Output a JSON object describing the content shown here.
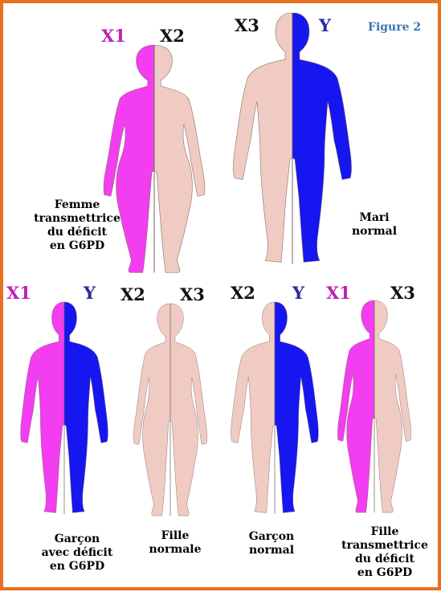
{
  "colors": {
    "frame": "#e8701e",
    "skin": "#efcbc3",
    "x1": "#f23df0",
    "y": "#1616f0",
    "label_magenta": "#c21fb2",
    "label_blue": "#2a2a9e",
    "label_black": "#111111",
    "figure_label": "#3a74b4"
  },
  "figure_label": "Figure 2",
  "figures": [
    {
      "id": "mother",
      "left_chrom": "X1",
      "right_chrom": "X2",
      "left_fill": "x1",
      "right_fill": "skin",
      "caption": [
        "Femme",
        "transmettrice",
        "du déficit",
        "en G6PD"
      ]
    },
    {
      "id": "father",
      "left_chrom": "X3",
      "right_chrom": "Y",
      "left_fill": "skin",
      "right_fill": "y",
      "caption": [
        "Mari",
        "normal"
      ]
    },
    {
      "id": "son-affected",
      "left_chrom": "X1",
      "right_chrom": "Y",
      "left_fill": "x1",
      "right_fill": "y",
      "caption": [
        "Garçon",
        "avec déficit",
        "en G6PD"
      ]
    },
    {
      "id": "daughter-normal",
      "left_chrom": "X2",
      "right_chrom": "X3",
      "left_fill": "skin",
      "right_fill": "skin",
      "caption": [
        "Fille",
        "normale"
      ]
    },
    {
      "id": "son-normal",
      "left_chrom": "X2",
      "right_chrom": "Y",
      "left_fill": "skin",
      "right_fill": "y",
      "caption": [
        "Garçon",
        "normal"
      ]
    },
    {
      "id": "daughter-carrier",
      "left_chrom": "X1",
      "right_chrom": "X3",
      "left_fill": "x1",
      "right_fill": "skin",
      "caption": [
        "Fille",
        "transmettrice",
        "du déficit",
        "en G6PD"
      ]
    }
  ]
}
